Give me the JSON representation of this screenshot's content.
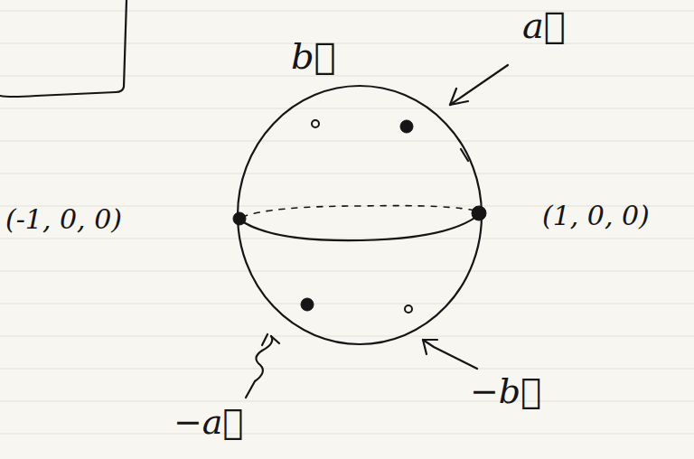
{
  "diagram": {
    "labels": [
      "(-1, 0, 0)",
      "(1, 0, 0)",
      "b⃗",
      "a⃗",
      "−a⃗",
      "−b⃗"
    ]
  }
}
